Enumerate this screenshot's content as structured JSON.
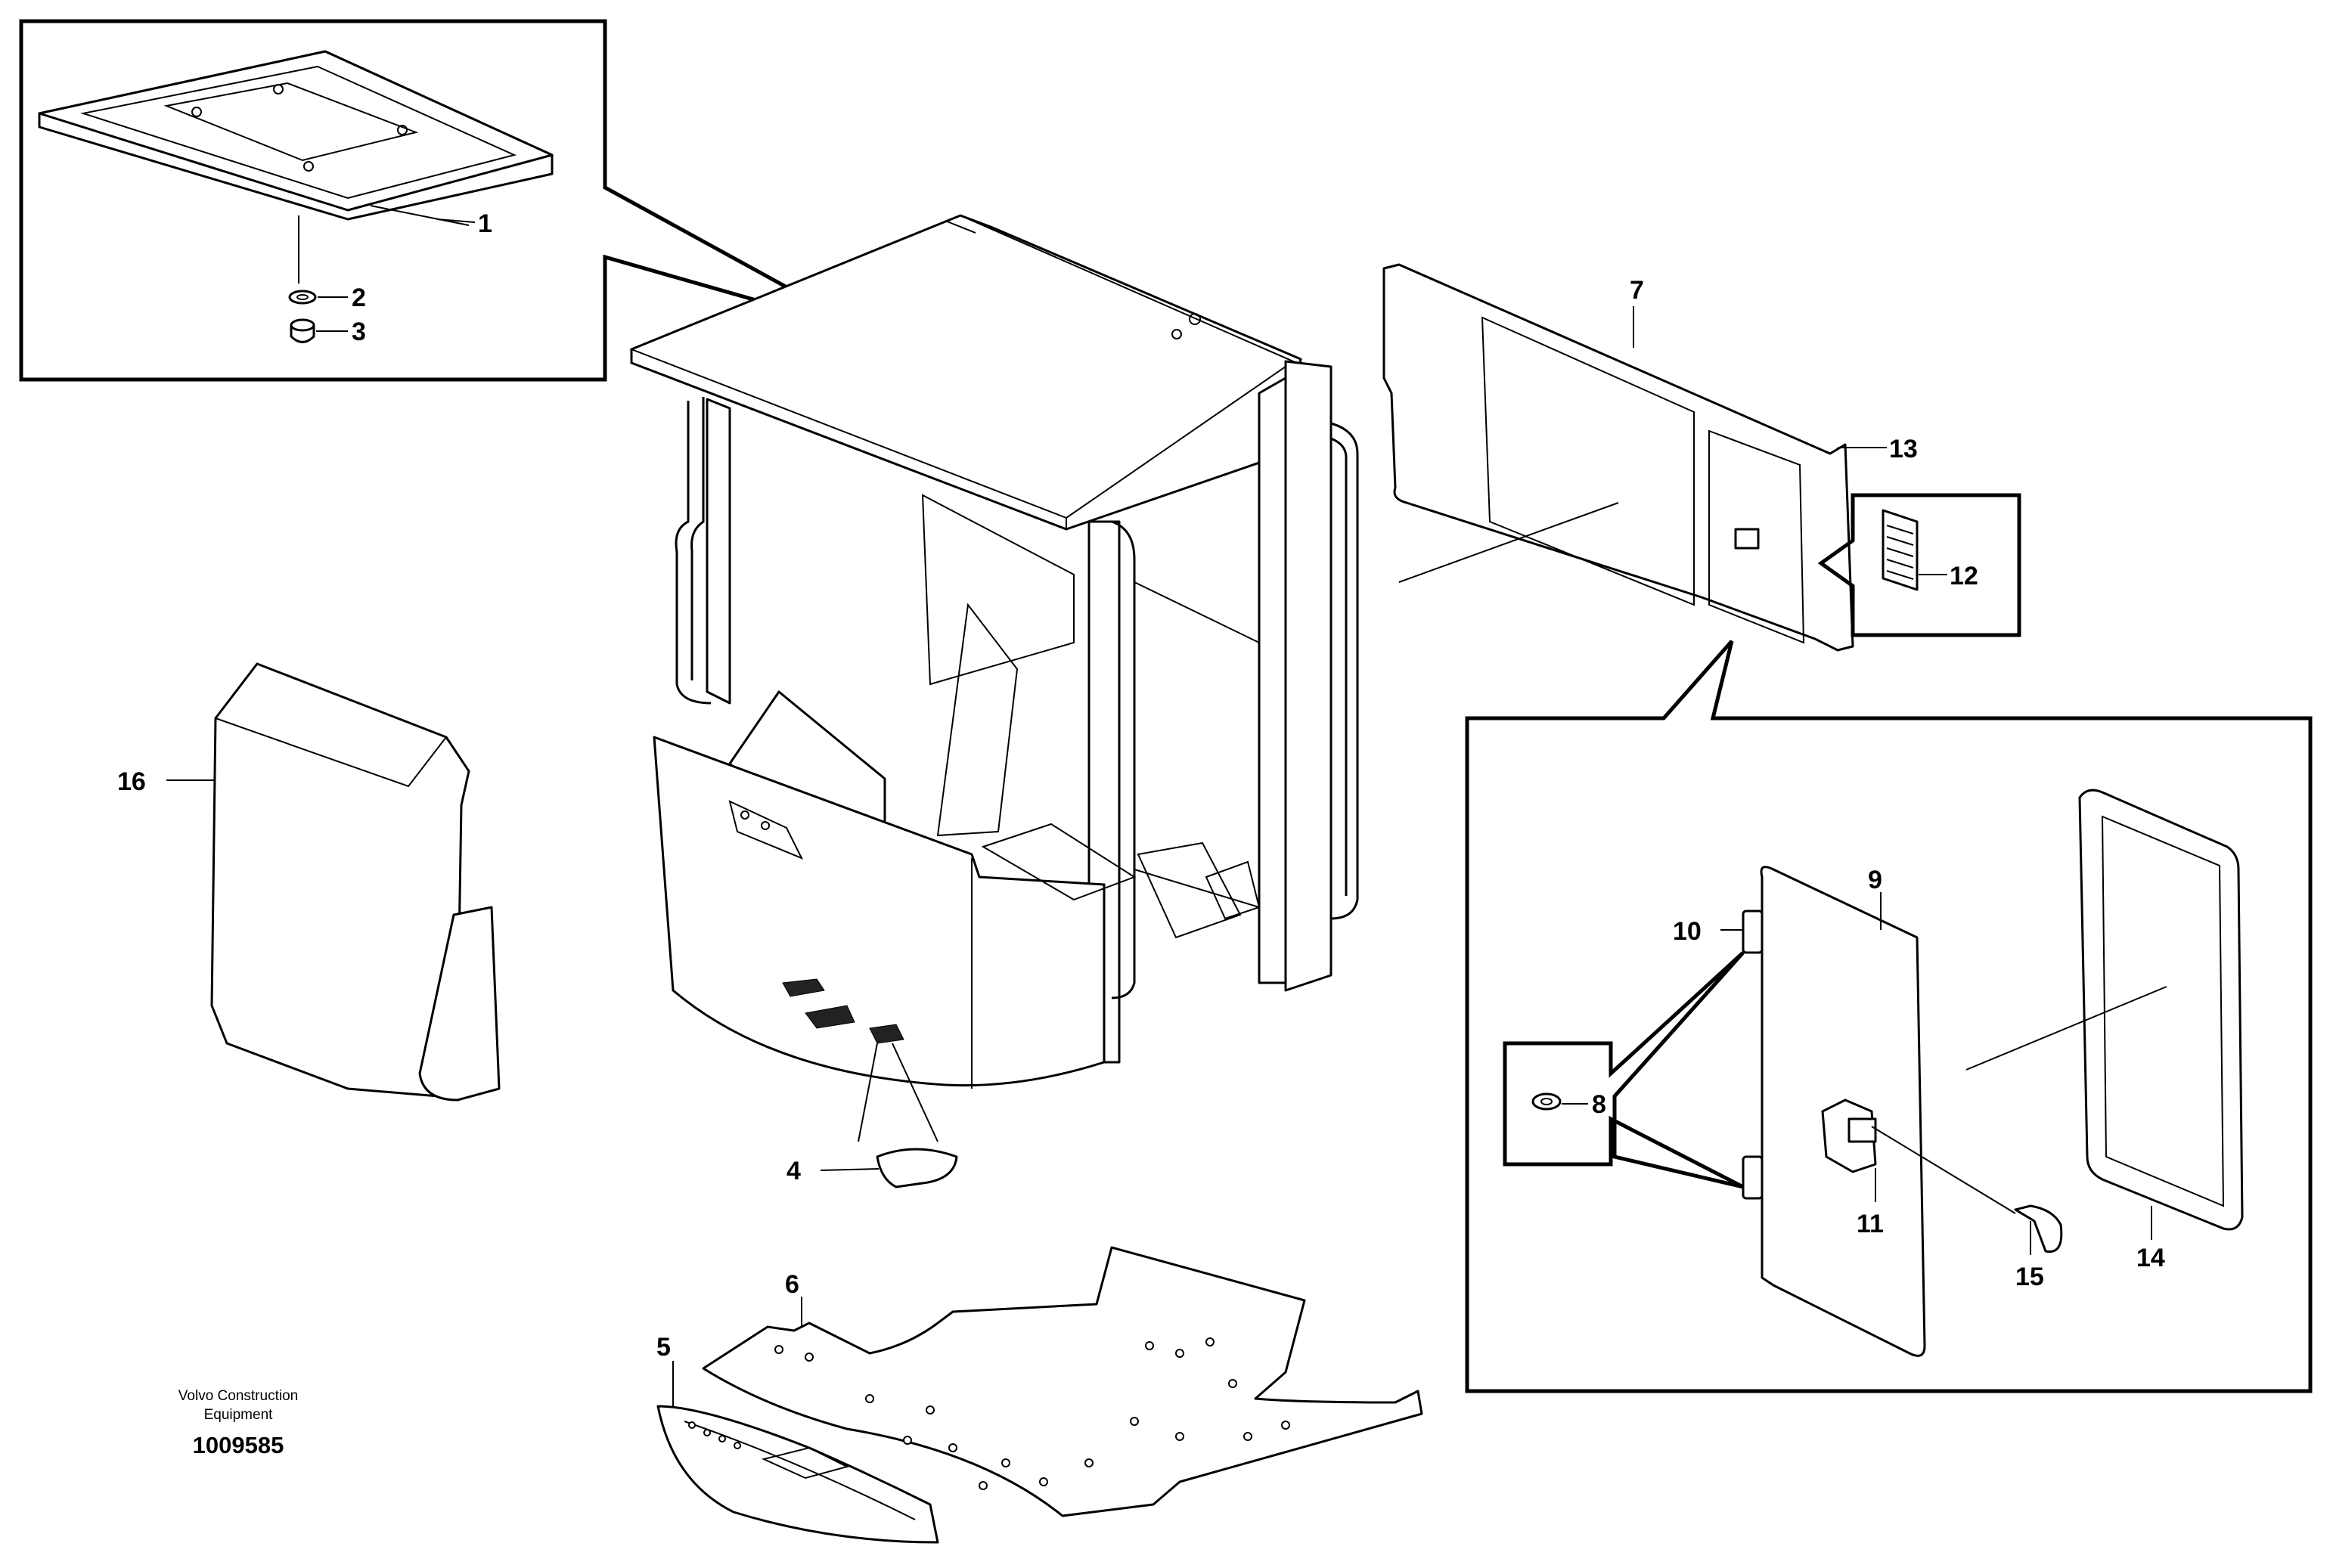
{
  "caption": {
    "line1": "Volvo Construction",
    "line2": "Equipment",
    "doc_number": "1009585"
  },
  "callouts": [
    "1",
    "2",
    "3",
    "4",
    "5",
    "6",
    "7",
    "8",
    "9",
    "10",
    "11",
    "12",
    "13",
    "14",
    "15",
    "16"
  ]
}
